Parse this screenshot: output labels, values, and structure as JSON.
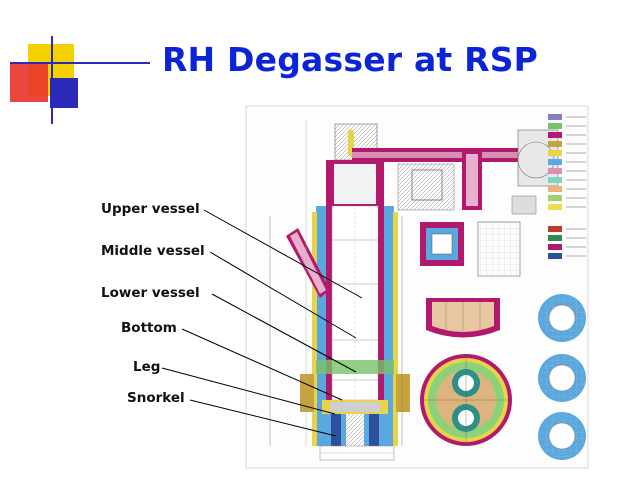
{
  "slide": {
    "title": "RH Degasser at RSP"
  },
  "labels": {
    "upper_vessel": "Upper vessel",
    "middle_vessel": "Middle vessel",
    "lower_vessel": "Lower  vessel",
    "bottom": "Bottom",
    "leg": "Leg",
    "snorkel": "Snorkel"
  },
  "colors": {
    "title": "#0b24d8",
    "deco_yellow": "#f5d000",
    "deco_red": "#e8332c",
    "deco_blue": "#2a2ab8",
    "refractory_magenta": "#b2186b",
    "refractory_blue": "#5aa8e0",
    "refractory_yellow": "#e9d34a",
    "refractory_green": "#78c26a"
  }
}
